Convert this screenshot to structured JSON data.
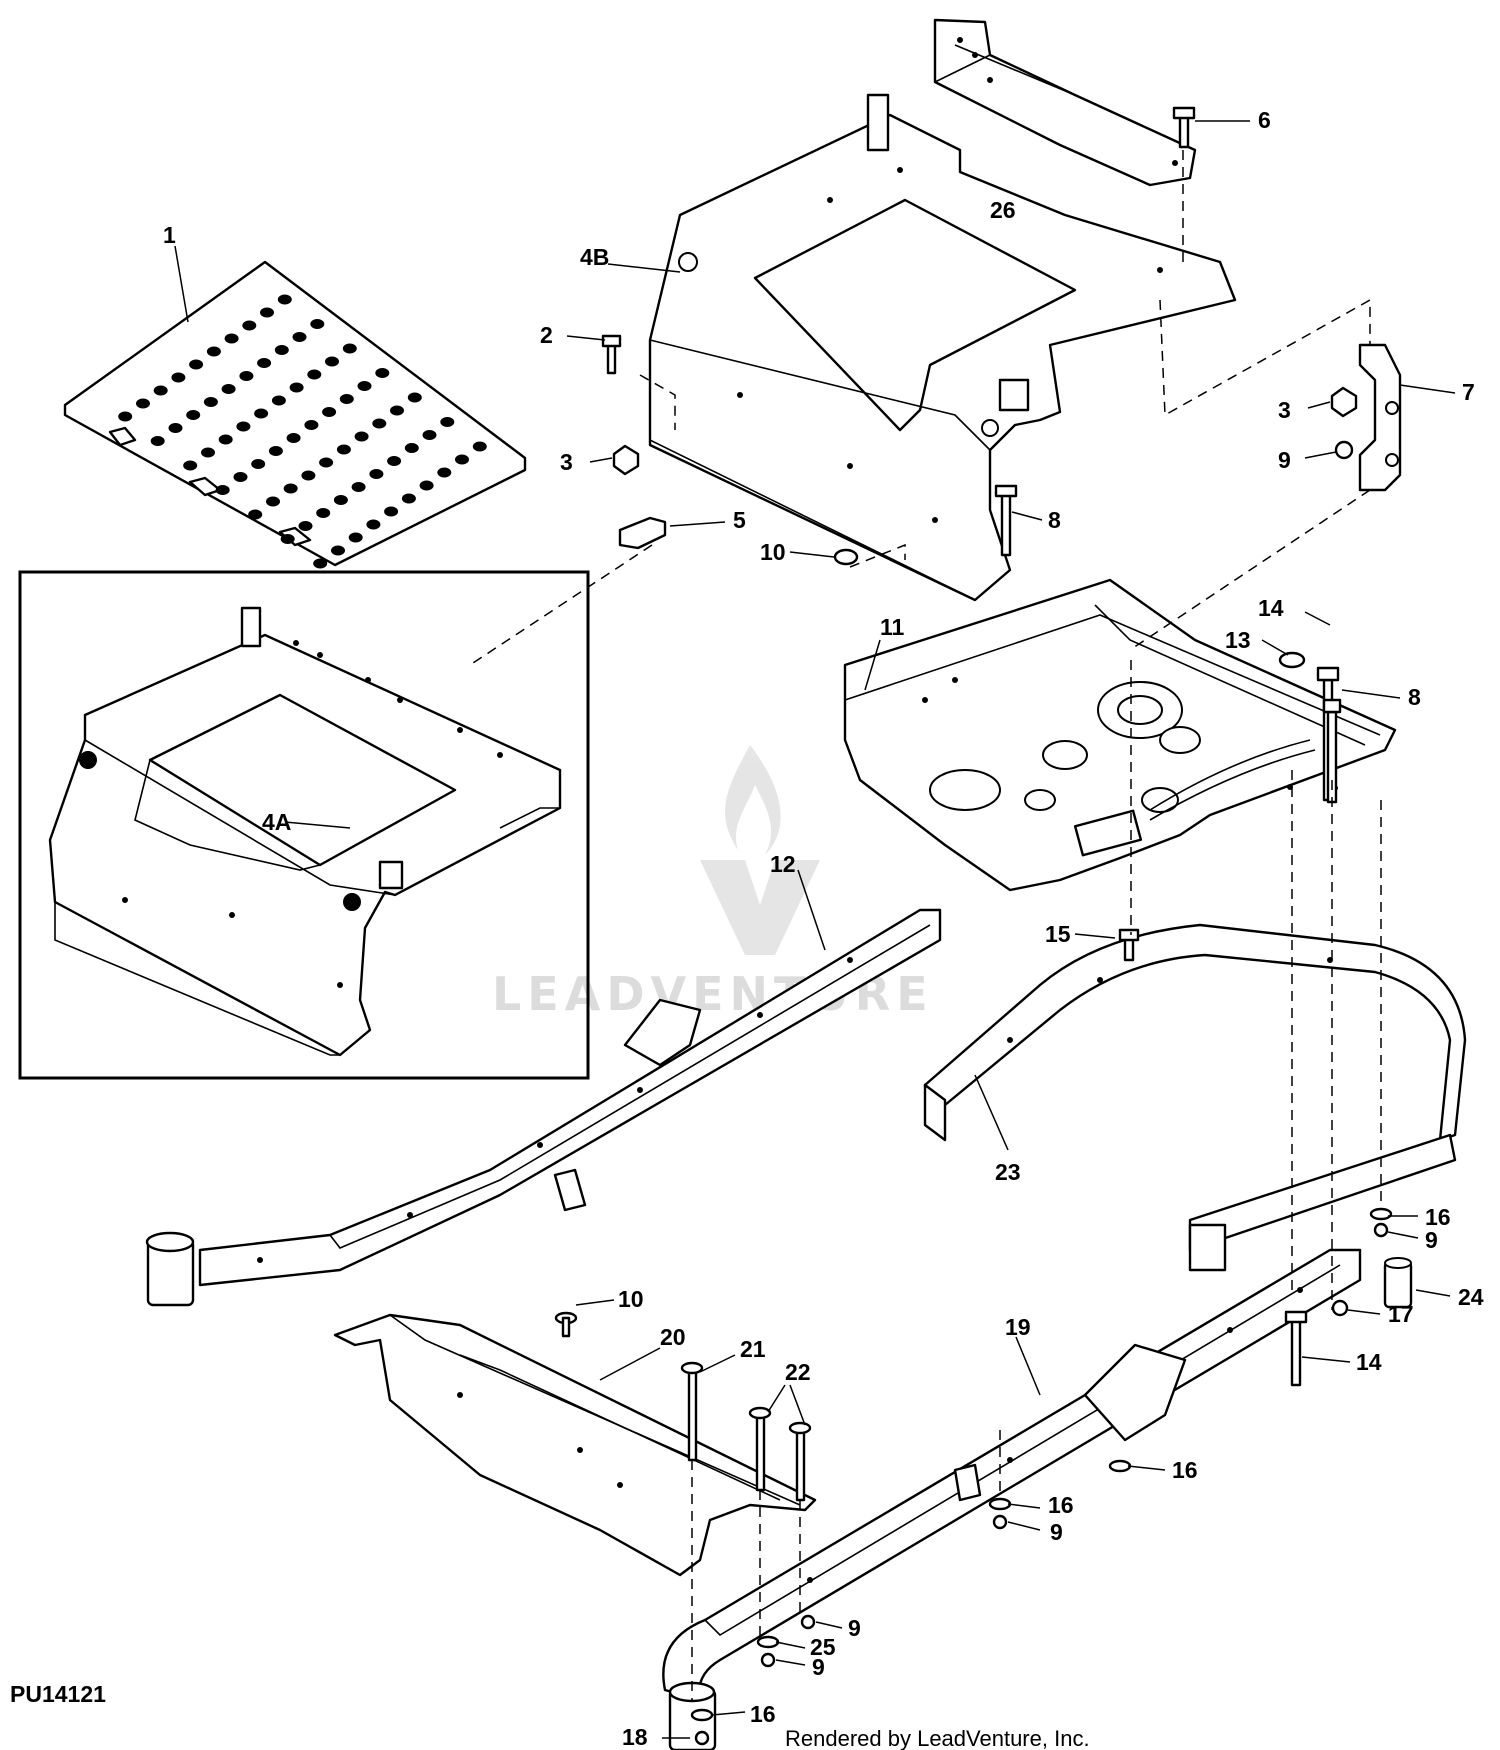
{
  "figure_id": "PU14121",
  "credit": "Rendered by LeadVenture, Inc.",
  "watermark": "LEADVENTURE",
  "callouts": {
    "c1": "1",
    "c2": "2",
    "c3a": "3",
    "c3b": "3",
    "c4a": "4A",
    "c4b": "4B",
    "c5": "5",
    "c6": "6",
    "c7": "7",
    "c8a": "8",
    "c8b": "8",
    "c9a": "9",
    "c9b": "9",
    "c9c": "9",
    "c9d": "9",
    "c9e": "9",
    "c10a": "10",
    "c10b": "10",
    "c11": "11",
    "c12": "12",
    "c13": "13",
    "c14a": "14",
    "c14b": "14",
    "c15": "15",
    "c16a": "16",
    "c16b": "16",
    "c16c": "16",
    "c16d": "16",
    "c17": "17",
    "c18": "18",
    "c19": "19",
    "c20": "20",
    "c21": "21",
    "c22": "22",
    "c23": "23",
    "c24": "24",
    "c25": "25",
    "c26": "26"
  }
}
